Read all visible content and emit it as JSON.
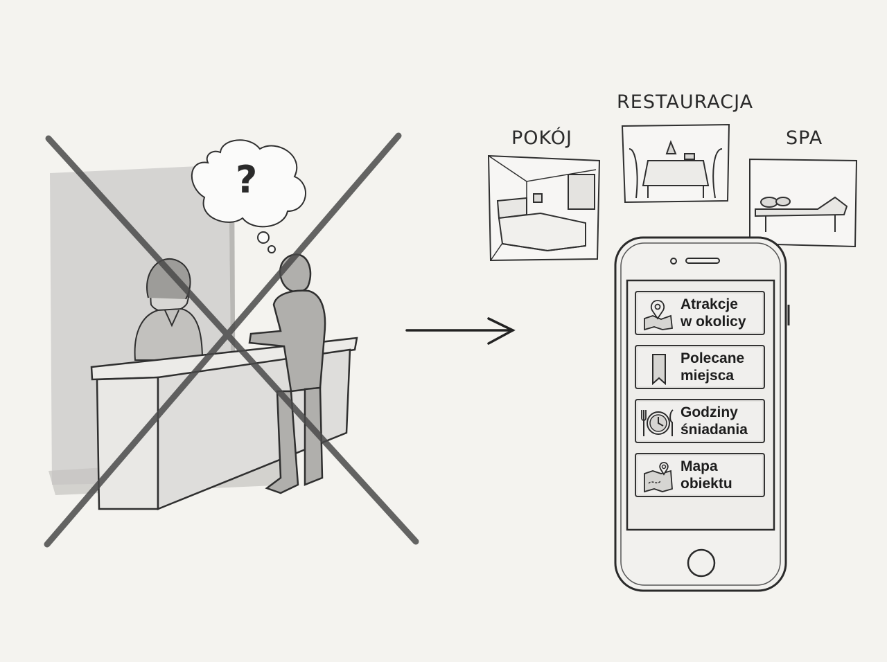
{
  "thought_symbol": "?",
  "labels": {
    "room": "POKÓJ",
    "restaurant": "RESTAURACJA",
    "spa": "SPA"
  },
  "phone_menu": [
    {
      "line1": "Atrakcje",
      "line2": "w okolicy",
      "icon": "map-pin-icon"
    },
    {
      "line1": "Polecane",
      "line2": "miejsca",
      "icon": "bookmark-icon"
    },
    {
      "line1": "Godziny",
      "line2": "śniadania",
      "icon": "clock-cutlery-icon"
    },
    {
      "line1": "Mapa",
      "line2": "obiektu",
      "icon": "map-icon"
    }
  ],
  "colors": {
    "background": "#f4f3ef",
    "ink": "#2a2a2a",
    "shade": "#c9c8c6"
  }
}
